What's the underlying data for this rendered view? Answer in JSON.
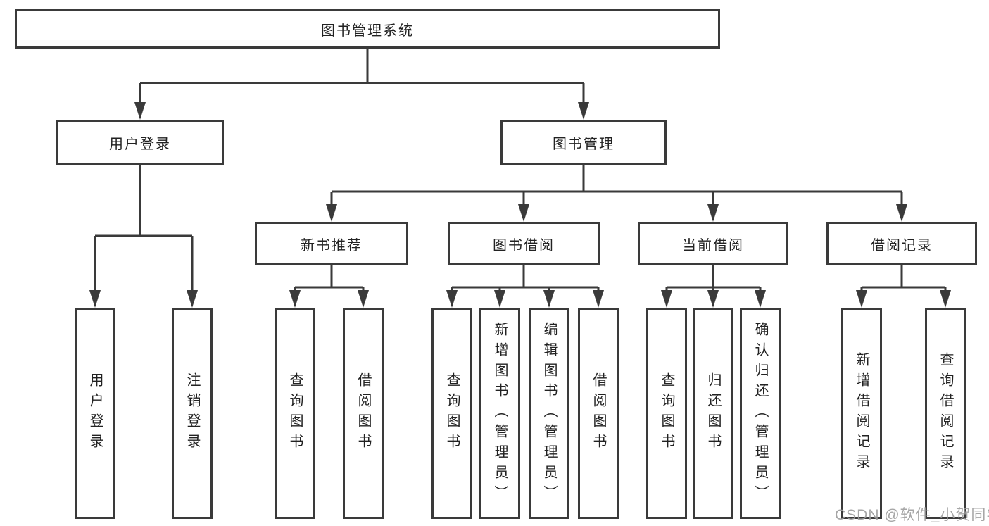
{
  "tree": {
    "label": "图书管理系统",
    "children": [
      {
        "label": "用户登录",
        "children": [
          {
            "label": "用户登录"
          },
          {
            "label": "注销登录"
          }
        ]
      },
      {
        "label": "图书管理",
        "children": [
          {
            "label": "新书推荐",
            "children": [
              {
                "label": "查询图书"
              },
              {
                "label": "借阅图书"
              }
            ]
          },
          {
            "label": "图书借阅",
            "children": [
              {
                "label": "查询图书"
              },
              {
                "label": "新增图书（管理员）"
              },
              {
                "label": "编辑图书（管理员）"
              },
              {
                "label": "借阅图书"
              }
            ]
          },
          {
            "label": "当前借阅",
            "children": [
              {
                "label": "查询图书"
              },
              {
                "label": "归还图书"
              },
              {
                "label": "确认归还（管理员）"
              }
            ]
          },
          {
            "label": "借阅记录",
            "children": [
              {
                "label": "新增借阅记录"
              },
              {
                "label": "查询借阅记录"
              }
            ]
          }
        ]
      }
    ]
  },
  "watermark": {
    "text": "CSDN @软件_小贺同学"
  },
  "colors": {
    "line": "#3a3a3a",
    "box_border": "#3a3a3a",
    "text": "#222222",
    "background": "#ffffff",
    "watermark": "#9d9d9d"
  }
}
